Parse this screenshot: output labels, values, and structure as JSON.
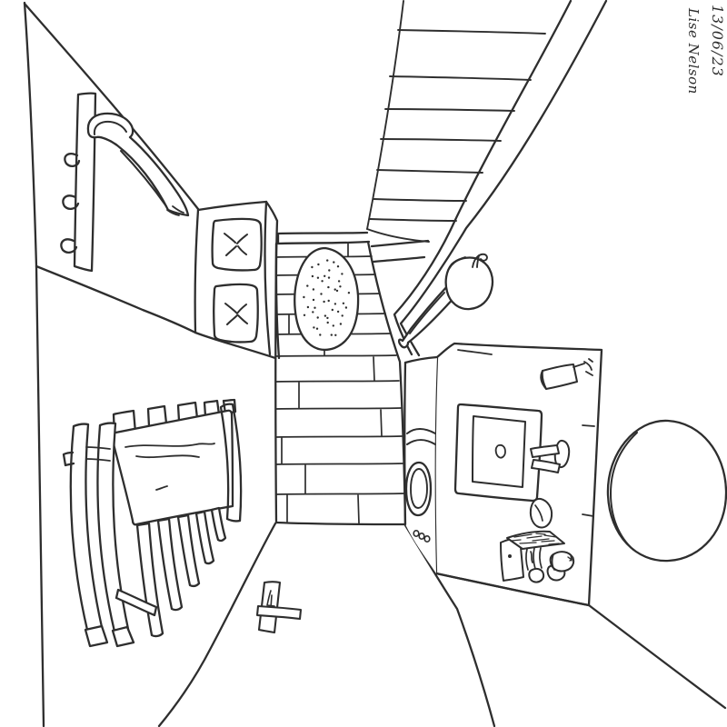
{
  "artwork": {
    "signature_date": "13/06/23",
    "signature_name": "Lise Nelson"
  },
  "style": {
    "paper_color": "#ffffff",
    "ink_color": "#2e2e2e"
  },
  "scene": {
    "type": "hand-drawn pencil/ink sketch",
    "description": "One-point perspective drawing of a kitchen interior, page rotated 90 degrees; signature reads vertically in top-right corner",
    "objects": [
      "staircase",
      "stair-wall-edge",
      "wall-rack-with-hooks",
      "hanging-towel",
      "stove-two-burners",
      "speckled-oval-rug",
      "plank-floor",
      "dining-table-with-chairs",
      "apple",
      "banana",
      "kitchen-counter",
      "sink-with-drain",
      "faucet",
      "soap-dispenser",
      "sponge",
      "bread-basket-with-rolls",
      "jar",
      "washing-machine",
      "large-wall-circle",
      "door-handle"
    ]
  }
}
